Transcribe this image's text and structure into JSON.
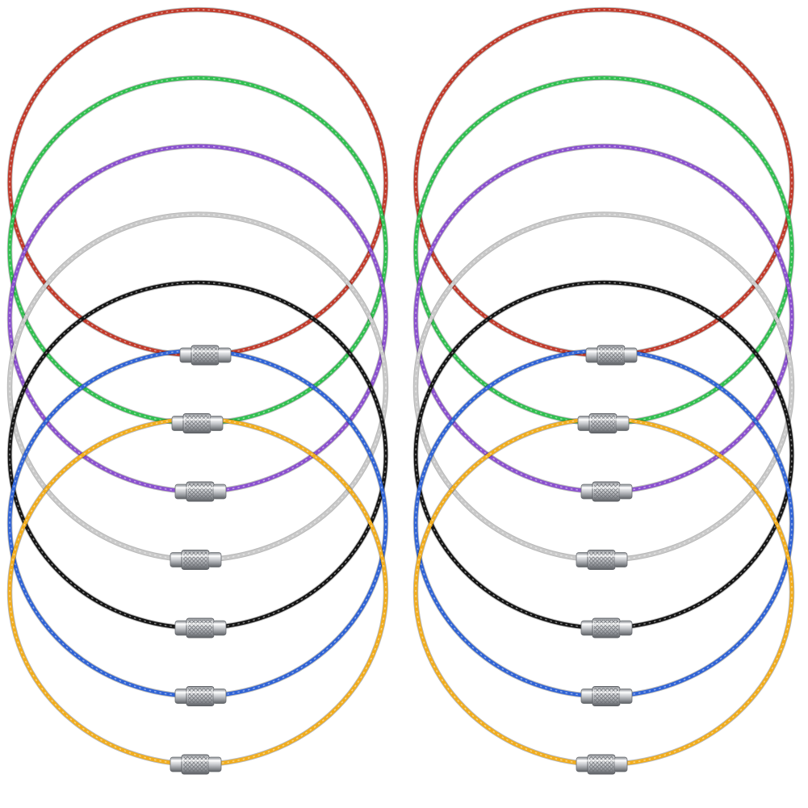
{
  "product_photo": {
    "background_color": "#ffffff",
    "ring_stacks": [
      {
        "stack": "left",
        "rings": [
          {
            "color_name": "red",
            "color": "#c23a2a"
          },
          {
            "color_name": "green",
            "color": "#2fc04f"
          },
          {
            "color_name": "purple",
            "color": "#8a4fcf"
          },
          {
            "color_name": "silver",
            "color": "#c9c9c9"
          },
          {
            "color_name": "black",
            "color": "#151515"
          },
          {
            "color_name": "blue",
            "color": "#2f63d6"
          },
          {
            "color_name": "yellow",
            "color": "#f2ad1c"
          }
        ]
      },
      {
        "stack": "right",
        "rings": [
          {
            "color_name": "red",
            "color": "#c23a2a"
          },
          {
            "color_name": "green",
            "color": "#2fc04f"
          },
          {
            "color_name": "purple",
            "color": "#8a4fcf"
          },
          {
            "color_name": "silver",
            "color": "#c9c9c9"
          },
          {
            "color_name": "black",
            "color": "#151515"
          },
          {
            "color_name": "blue",
            "color": "#2f63d6"
          },
          {
            "color_name": "yellow",
            "color": "#f2ad1c"
          }
        ]
      }
    ],
    "clasp_icon": "screw-lock-barrel-icon",
    "clasp_metal_color": "#c9cbcf"
  }
}
